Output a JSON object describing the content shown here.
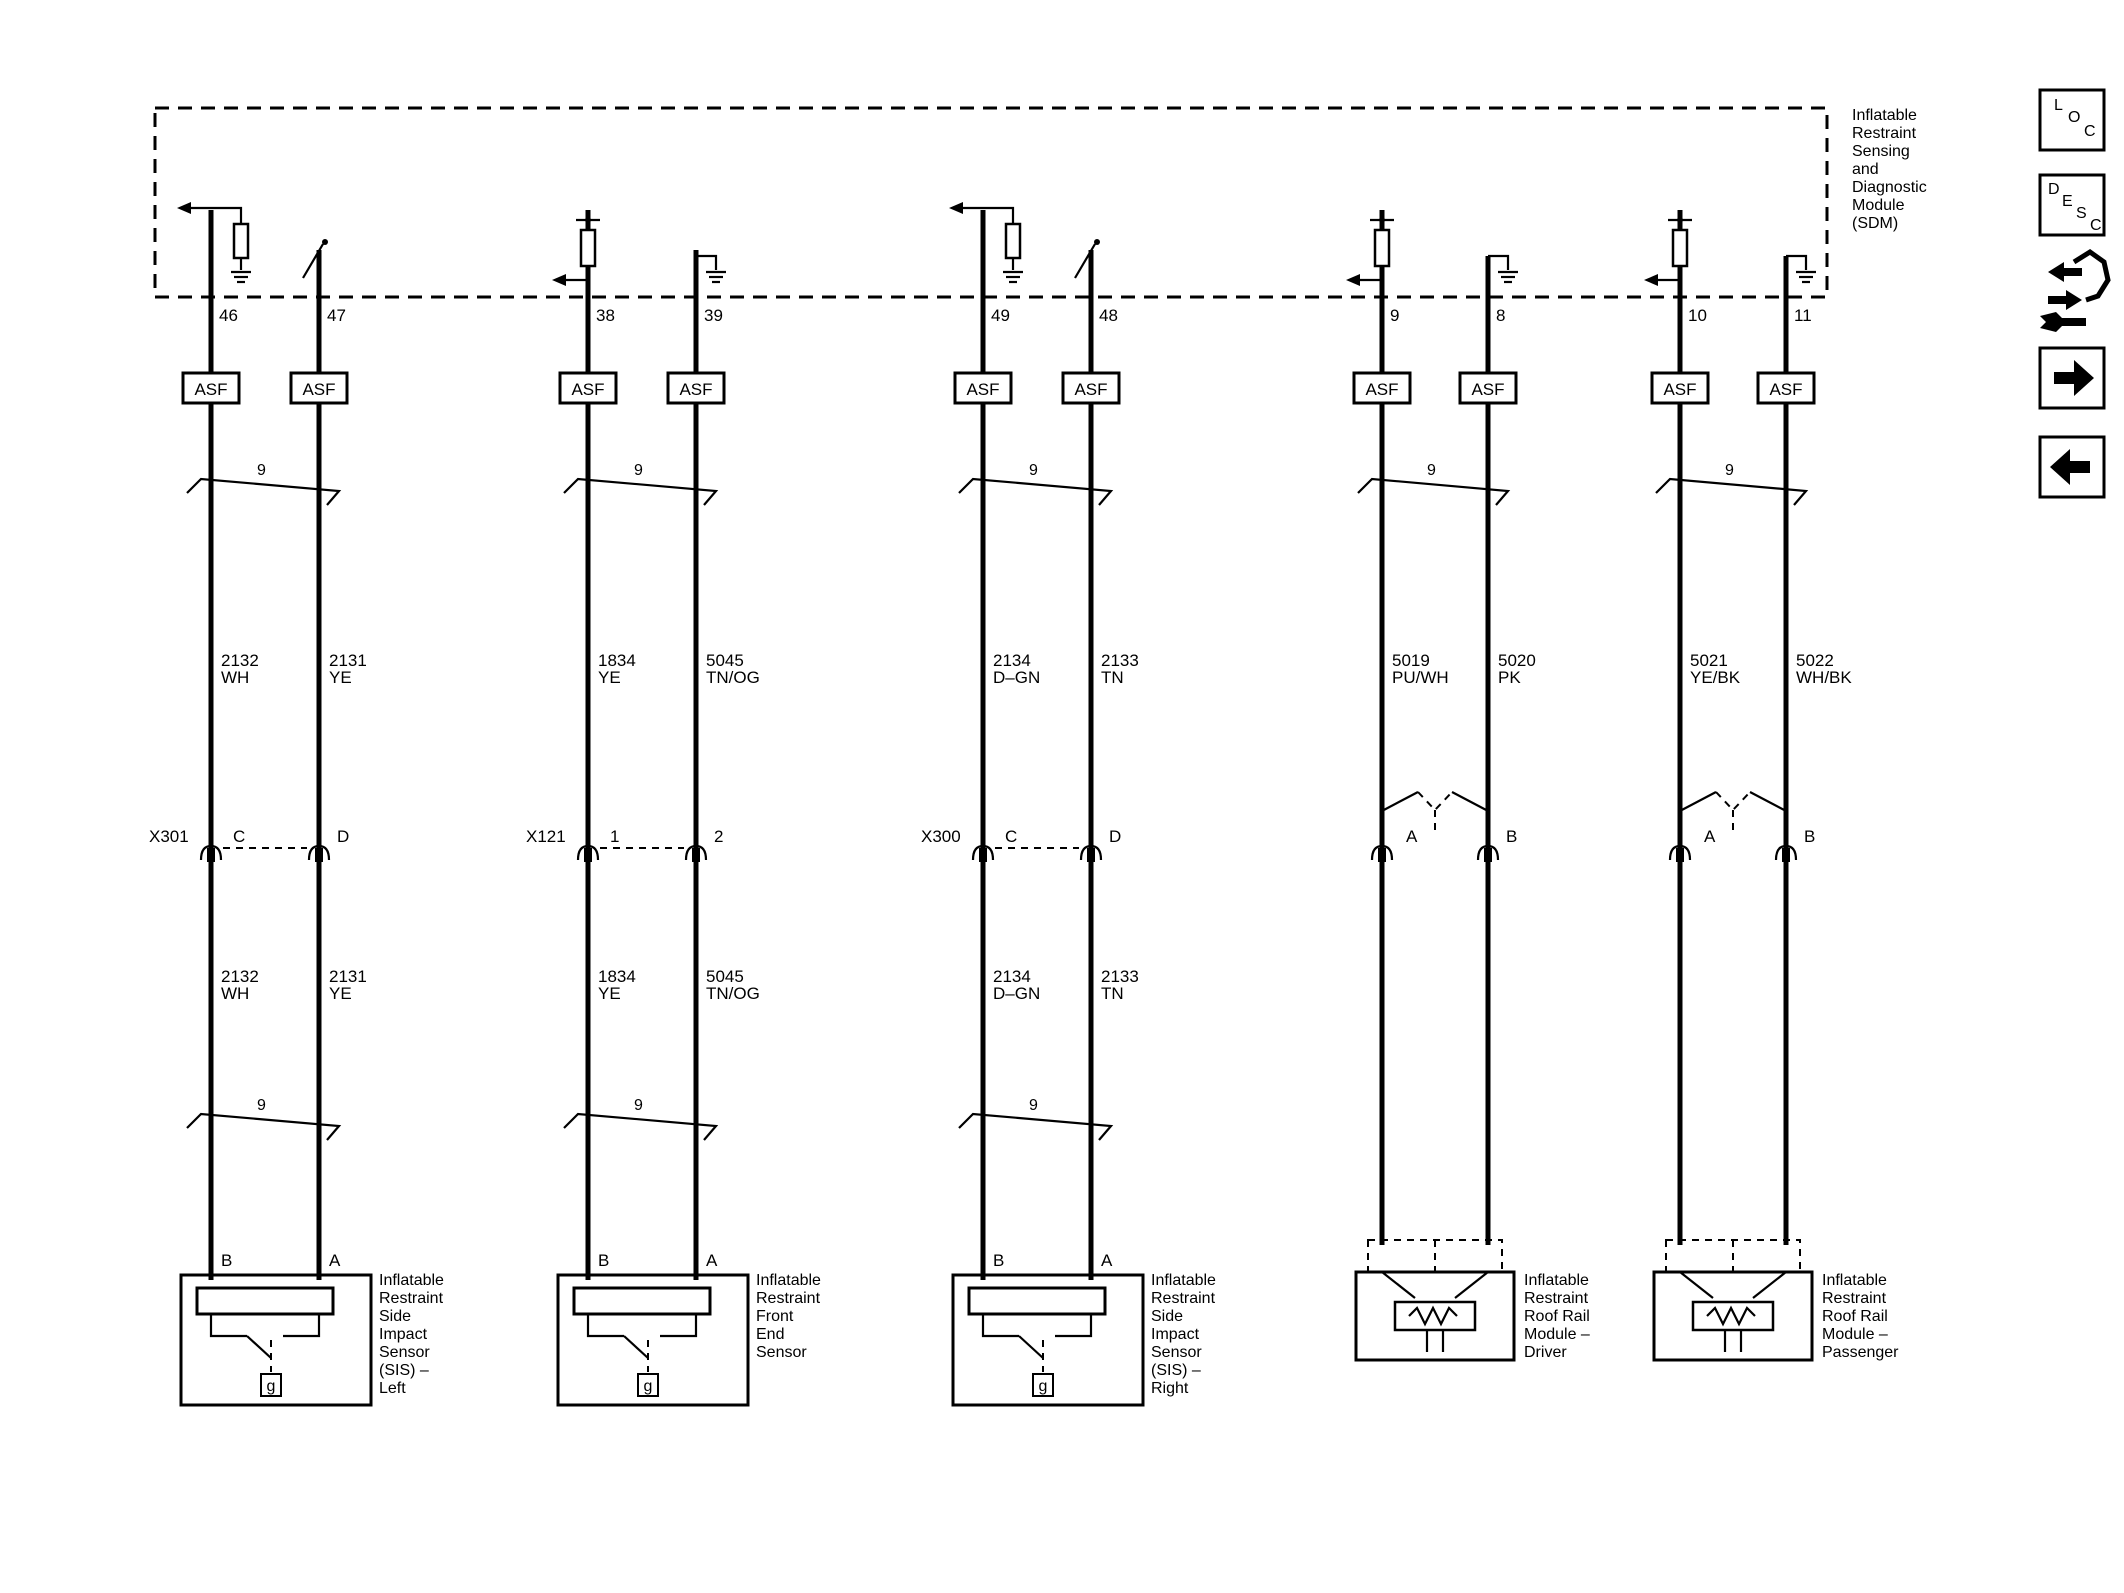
{
  "module_label": [
    "Inflatable",
    "Restraint",
    "Sensing",
    "and",
    "Diagnostic",
    "Module",
    "(SDM)"
  ],
  "nav": {
    "loc": [
      "L",
      "O",
      "C"
    ],
    "desc": [
      "D",
      "E",
      "S",
      "C"
    ]
  },
  "fuse_label": "ASF",
  "shield_label": "9",
  "circuits": [
    {
      "pins": [
        "46",
        "47"
      ],
      "top_wires": [
        [
          "2132",
          "WH"
        ],
        [
          "2131",
          "YE"
        ]
      ],
      "connector": {
        "name": "X301",
        "pins": [
          "C",
          "D"
        ]
      },
      "bottom_wires": [
        [
          "2132",
          "WH"
        ],
        [
          "2131",
          "YE"
        ]
      ],
      "device_pins": [
        "B",
        "A"
      ],
      "device_label": [
        "Inflatable",
        "Restraint",
        "Side",
        "Impact",
        "Sensor",
        "(SIS) –",
        "Left"
      ],
      "device_glyph": "g"
    },
    {
      "pins": [
        "38",
        "39"
      ],
      "top_wires": [
        [
          "1834",
          "YE"
        ],
        [
          "5045",
          "TN/OG"
        ]
      ],
      "connector": {
        "name": "X121",
        "pins": [
          "1",
          "2"
        ]
      },
      "bottom_wires": [
        [
          "1834",
          "YE"
        ],
        [
          "5045",
          "TN/OG"
        ]
      ],
      "device_pins": [
        "B",
        "A"
      ],
      "device_label": [
        "Inflatable",
        "Restraint",
        "Front",
        "End",
        "Sensor"
      ],
      "device_glyph": "g"
    },
    {
      "pins": [
        "49",
        "48"
      ],
      "top_wires": [
        [
          "2134",
          "D–GN"
        ],
        [
          "2133",
          "TN"
        ]
      ],
      "connector": {
        "name": "X300",
        "pins": [
          "C",
          "D"
        ]
      },
      "bottom_wires": [
        [
          "2134",
          "D–GN"
        ],
        [
          "2133",
          "TN"
        ]
      ],
      "device_pins": [
        "B",
        "A"
      ],
      "device_label": [
        "Inflatable",
        "Restraint",
        "Side",
        "Impact",
        "Sensor",
        "(SIS) –",
        "Right"
      ],
      "device_glyph": "g"
    },
    {
      "pins": [
        "9",
        "8"
      ],
      "top_wires": [
        [
          "5019",
          "PU/WH"
        ],
        [
          "5020",
          "PK"
        ]
      ],
      "connector": {
        "name": "",
        "pins": [
          "A",
          "B"
        ]
      },
      "device_label": [
        "Inflatable",
        "Restraint",
        "Roof Rail",
        "Module –",
        "Driver"
      ]
    },
    {
      "pins": [
        "10",
        "11"
      ],
      "top_wires": [
        [
          "5021",
          "YE/BK"
        ],
        [
          "5022",
          "WH/BK"
        ]
      ],
      "connector": {
        "name": "",
        "pins": [
          "A",
          "B"
        ]
      },
      "device_label": [
        "Inflatable",
        "Restraint",
        "Roof Rail",
        "Module –",
        "Passenger"
      ]
    }
  ]
}
